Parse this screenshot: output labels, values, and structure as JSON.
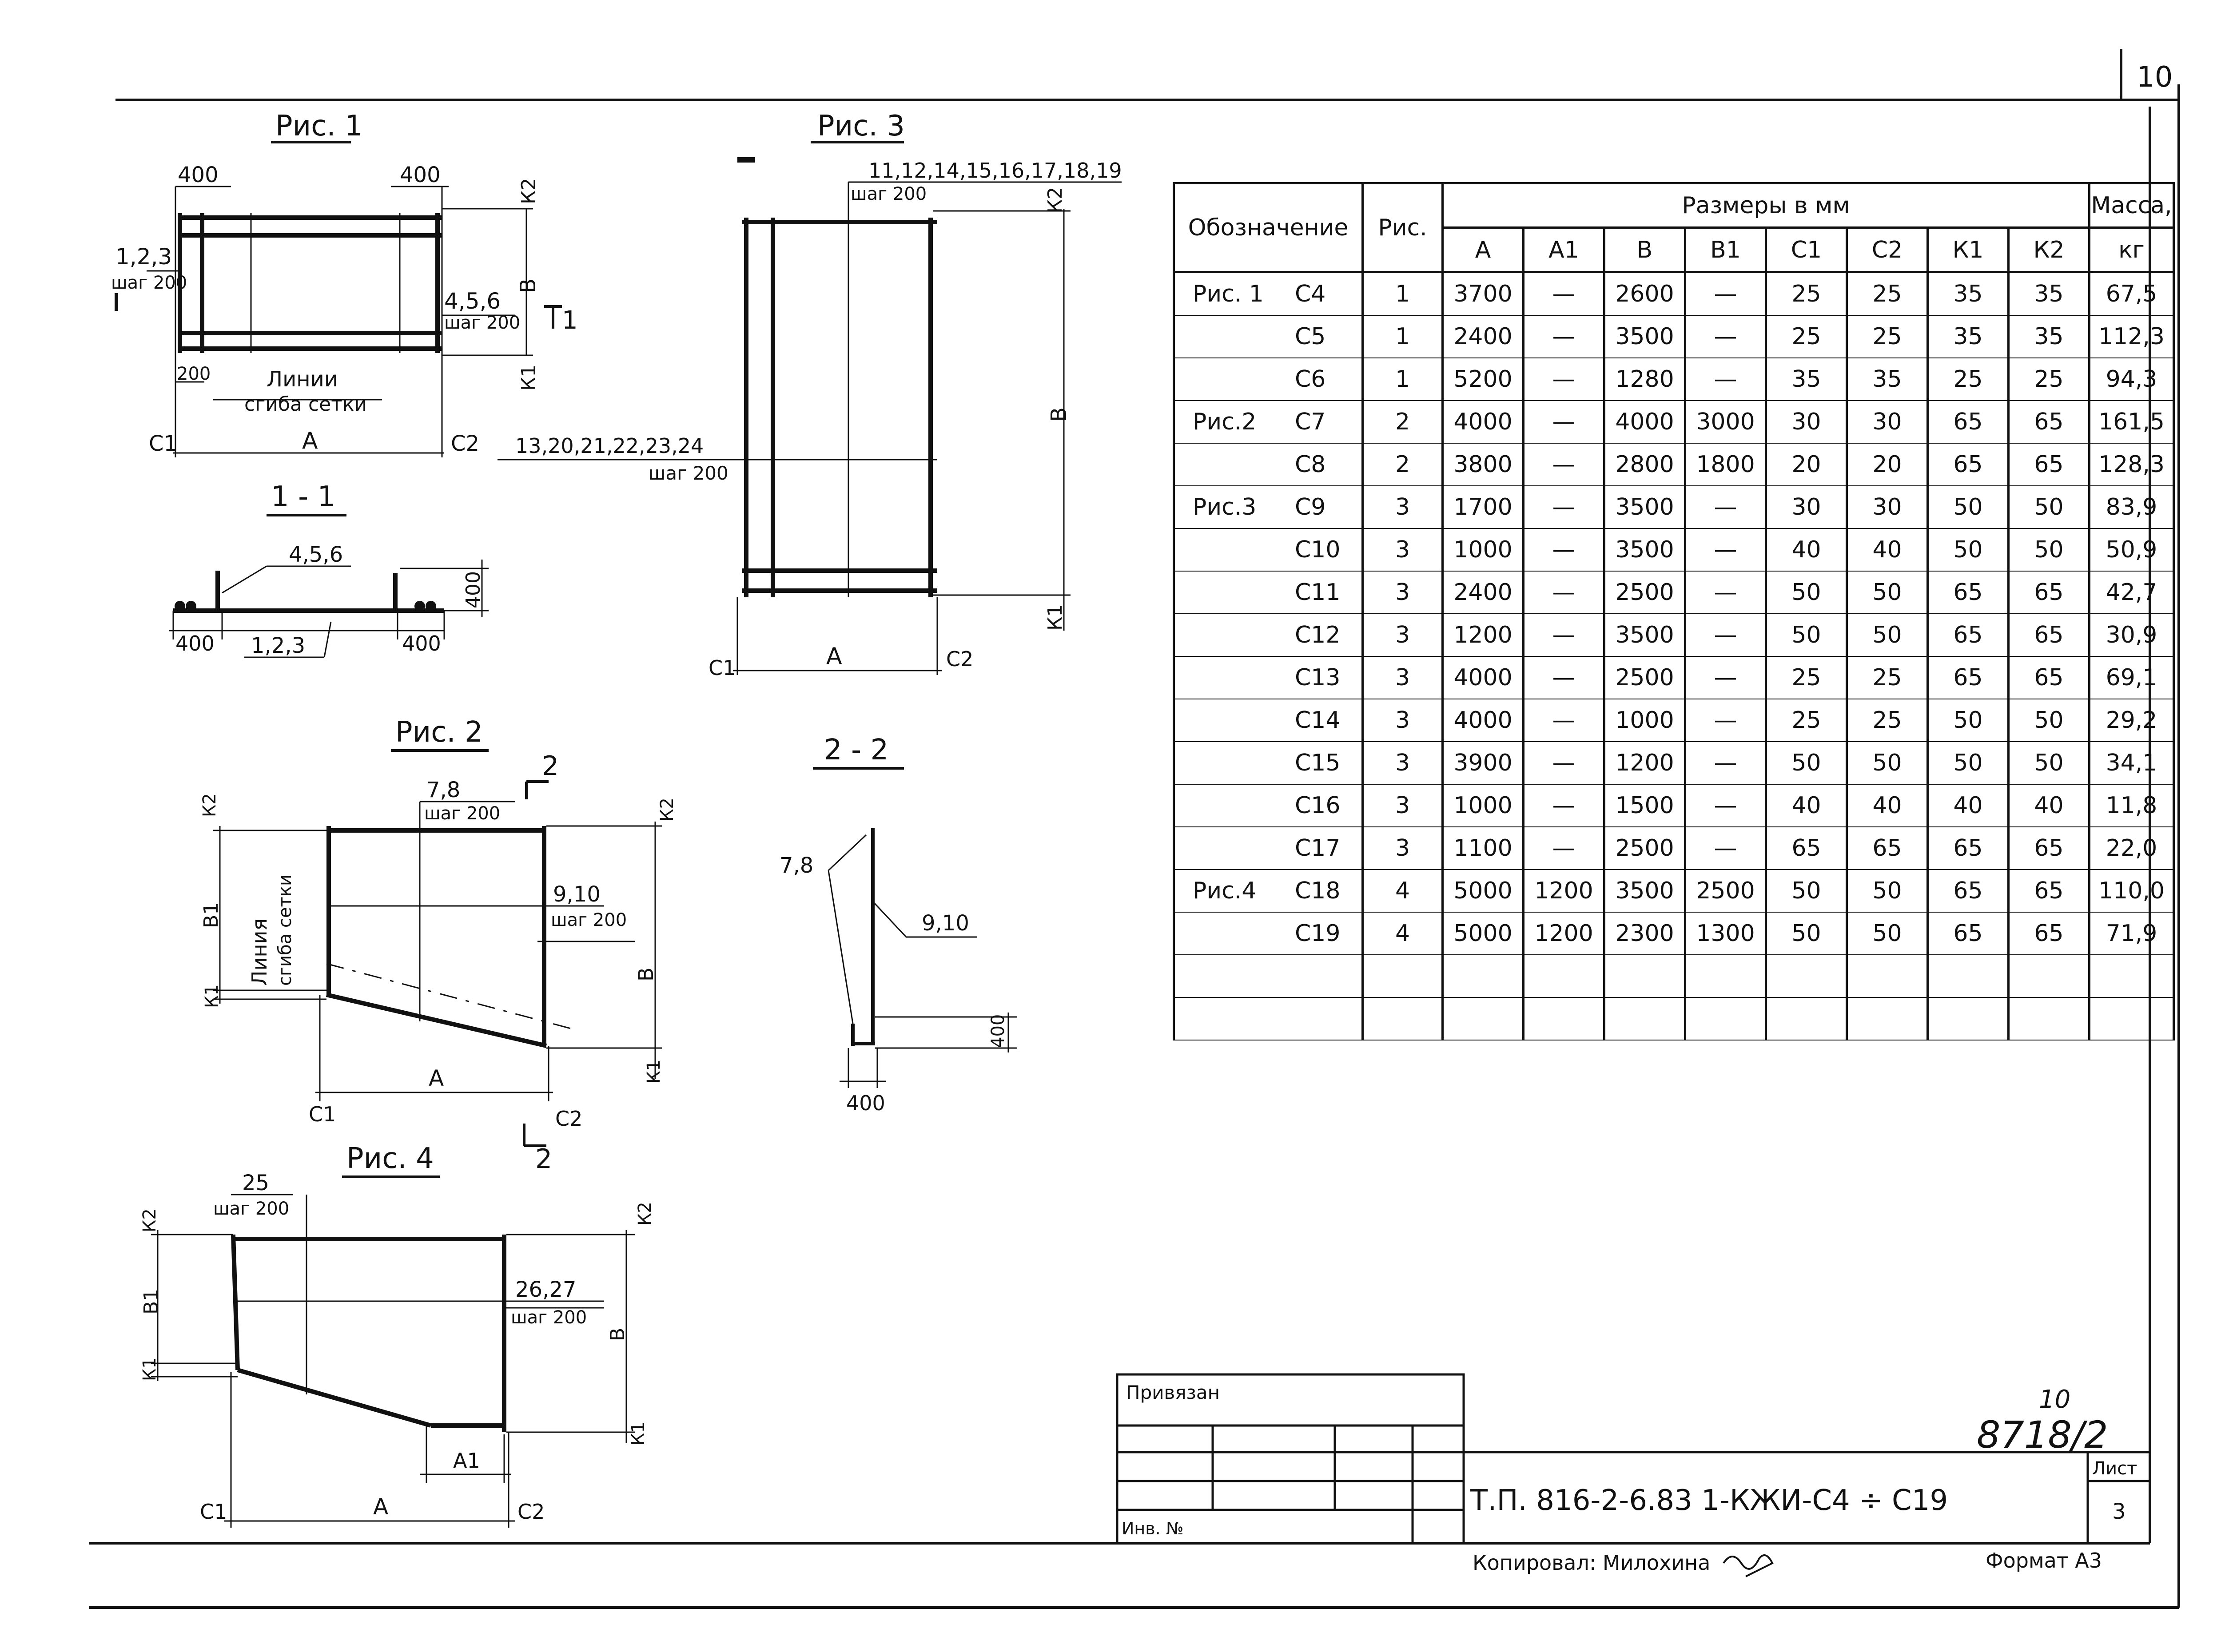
{
  "sheet_number": "10",
  "figures": {
    "fig1": {
      "title": "Рис. 1",
      "dim_400_left": "400",
      "dim_400_right": "400",
      "bars_123": "1,2,3",
      "step_left": "шаг 200",
      "bars_456": "4,5,6",
      "step_right": "шаг 200",
      "section_mark": "1",
      "dim_200": "200",
      "bend_lines_1": "Линии",
      "bend_lines_2": "сгиба сетки",
      "c1": "С1",
      "a": "А",
      "c2": "С2",
      "b": "В",
      "k1": "К1",
      "k2": "К2"
    },
    "sec11": {
      "title": "1 - 1",
      "bars_456": "4,5,6",
      "bars_123": "1,2,3",
      "dim_400_left": "400",
      "dim_400_right": "400",
      "dim_400_height": "400"
    },
    "fig2": {
      "title": "Рис. 2",
      "section_mark": "2",
      "bars_78": "7,8",
      "step_top": "шаг 200",
      "bars_910": "9,10",
      "step_right": "шаг 200",
      "bend_1": "Линия",
      "bend_2": "сгиба сетки",
      "b1": "В1",
      "b": "В",
      "a": "А",
      "c1": "С1",
      "c2": "С2",
      "k1": "К1",
      "k2": "К2"
    },
    "fig3": {
      "title": "Рис. 3",
      "bars_top": "11,12,14,15,16,17,18,19",
      "step_top": "шаг 200",
      "bars_left": "13,20,21,22,23,24",
      "step_left": "шаг 200",
      "b": "В",
      "a": "А",
      "c1": "С1",
      "c2": "С2",
      "k1": "К1",
      "k2": "К2"
    },
    "sec22": {
      "title": "2 - 2",
      "bars_78": "7,8",
      "bars_910": "9,10",
      "dim_400_h": "400",
      "dim_400_w": "400"
    },
    "fig4": {
      "title": "Рис. 4",
      "dim_25": "25",
      "step_top": "шаг 200",
      "bars_2627": "26,27",
      "step_right": "шаг 200",
      "b1": "В1",
      "b": "В",
      "a": "А",
      "a1": "А1",
      "c1": "С1",
      "c2": "С2",
      "k1": "К1",
      "k2": "К2"
    }
  },
  "table": {
    "headers": {
      "designation": "Обозначение",
      "fig": "Рис.",
      "sizes": "Размеры    в    мм",
      "mass_1": "Масса,",
      "mass_2": "кг",
      "cols": [
        "А",
        "А1",
        "В",
        "В1",
        "С1",
        "С2",
        "К1",
        "К2"
      ]
    },
    "rows": [
      {
        "group": "Рис. 1",
        "mark": "С4",
        "fig": "1",
        "vals": [
          "3700",
          "—",
          "2600",
          "—",
          "25",
          "25",
          "35",
          "35"
        ],
        "mass": "67,5"
      },
      {
        "group": "",
        "mark": "С5",
        "fig": "1",
        "vals": [
          "2400",
          "—",
          "3500",
          "—",
          "25",
          "25",
          "35",
          "35"
        ],
        "mass": "112,3"
      },
      {
        "group": "",
        "mark": "С6",
        "fig": "1",
        "vals": [
          "5200",
          "—",
          "1280",
          "—",
          "35",
          "35",
          "25",
          "25"
        ],
        "mass": "94,3"
      },
      {
        "group": "Рис.2",
        "mark": "С7",
        "fig": "2",
        "vals": [
          "4000",
          "—",
          "4000",
          "3000",
          "30",
          "30",
          "65",
          "65"
        ],
        "mass": "161,5"
      },
      {
        "group": "",
        "mark": "С8",
        "fig": "2",
        "vals": [
          "3800",
          "—",
          "2800",
          "1800",
          "20",
          "20",
          "65",
          "65"
        ],
        "mass": "128,3"
      },
      {
        "group": "Рис.3",
        "mark": "С9",
        "fig": "3",
        "vals": [
          "1700",
          "—",
          "3500",
          "—",
          "30",
          "30",
          "50",
          "50"
        ],
        "mass": "83,9"
      },
      {
        "group": "",
        "mark": "С10",
        "fig": "3",
        "vals": [
          "1000",
          "—",
          "3500",
          "—",
          "40",
          "40",
          "50",
          "50"
        ],
        "mass": "50,9"
      },
      {
        "group": "",
        "mark": "С11",
        "fig": "3",
        "vals": [
          "2400",
          "—",
          "2500",
          "—",
          "50",
          "50",
          "65",
          "65"
        ],
        "mass": "42,7"
      },
      {
        "group": "",
        "mark": "С12",
        "fig": "3",
        "vals": [
          "1200",
          "—",
          "3500",
          "—",
          "50",
          "50",
          "65",
          "65"
        ],
        "mass": "30,9"
      },
      {
        "group": "",
        "mark": "С13",
        "fig": "3",
        "vals": [
          "4000",
          "—",
          "2500",
          "—",
          "25",
          "25",
          "65",
          "65"
        ],
        "mass": "69,1"
      },
      {
        "group": "",
        "mark": "С14",
        "fig": "3",
        "vals": [
          "4000",
          "—",
          "1000",
          "—",
          "25",
          "25",
          "50",
          "50"
        ],
        "mass": "29,2"
      },
      {
        "group": "",
        "mark": "С15",
        "fig": "3",
        "vals": [
          "3900",
          "—",
          "1200",
          "—",
          "50",
          "50",
          "50",
          "50"
        ],
        "mass": "34,1"
      },
      {
        "group": "",
        "mark": "С16",
        "fig": "3",
        "vals": [
          "1000",
          "—",
          "1500",
          "—",
          "40",
          "40",
          "40",
          "40"
        ],
        "mass": "11,8"
      },
      {
        "group": "",
        "mark": "С17",
        "fig": "3",
        "vals": [
          "1100",
          "—",
          "2500",
          "—",
          "65",
          "65",
          "65",
          "65"
        ],
        "mass": "22,0"
      },
      {
        "group": "Рис.4",
        "mark": "С18",
        "fig": "4",
        "vals": [
          "5000",
          "1200",
          "3500",
          "2500",
          "50",
          "50",
          "65",
          "65"
        ],
        "mass": "110,0"
      },
      {
        "group": "",
        "mark": "С19",
        "fig": "4",
        "vals": [
          "5000",
          "1200",
          "2300",
          "1300",
          "50",
          "50",
          "65",
          "65"
        ],
        "mass": "71,9"
      }
    ],
    "empty_rows": 2
  },
  "title_block": {
    "attached": "Привязан",
    "inv": "Инв. №",
    "doc_sup": "10",
    "doc_number": "8718/2",
    "code": "Т.П. 816-2-6.83 1-КЖИ-С4 ÷ С19",
    "sheet_label": "Лист",
    "sheet_value": "3",
    "copied": "Копировал: Милохина",
    "format": "Формат А3"
  }
}
